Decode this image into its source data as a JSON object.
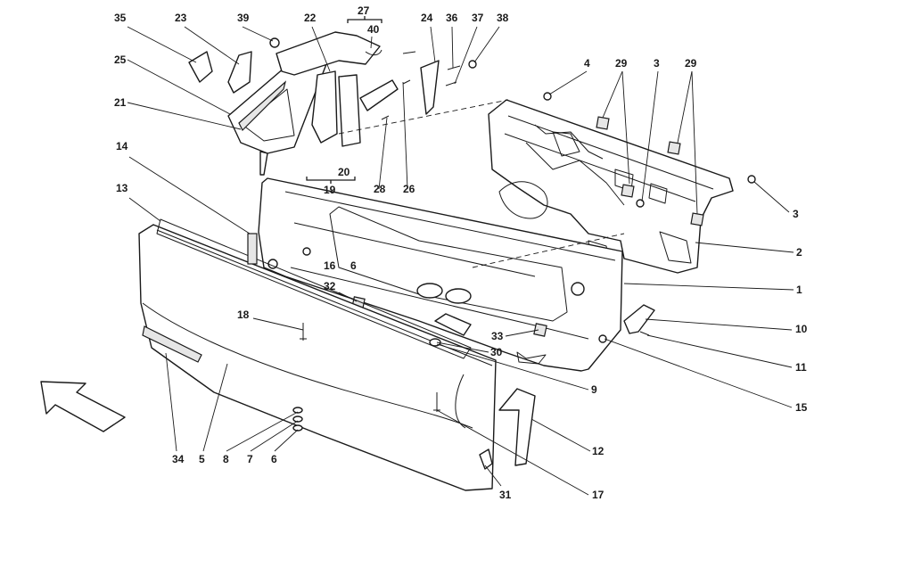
{
  "diagram": {
    "callouts": [
      "1",
      "2",
      "3",
      "3",
      "4",
      "5",
      "6",
      "6",
      "7",
      "8",
      "9",
      "10",
      "11",
      "12",
      "13",
      "14",
      "15",
      "16",
      "17",
      "18",
      "19",
      "20",
      "21",
      "22",
      "23",
      "24",
      "25",
      "26",
      "27",
      "28",
      "29",
      "29",
      "30",
      "31",
      "32",
      "33",
      "34",
      "35",
      "36",
      "37",
      "38",
      "39",
      "40"
    ],
    "colors": {
      "line": "#1a1a1a",
      "background": "#ffffff",
      "shade": "#e6e6e6"
    },
    "icons": [
      "direction-arrow-icon"
    ]
  }
}
